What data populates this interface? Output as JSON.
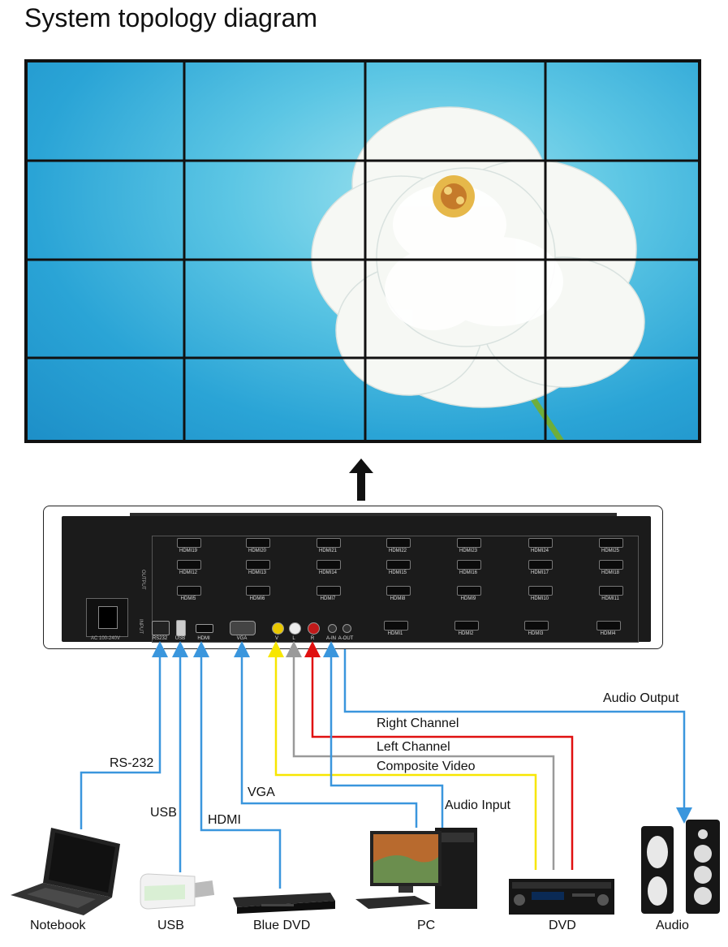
{
  "title": "System topology diagram",
  "device": {
    "output_label": "OUTPUT",
    "input_label": "INPUT",
    "power_label": "AC 100-240V",
    "hdmi_rows": [
      [
        "HDMI19",
        "HDMI20",
        "HDMI21",
        "HDMI22",
        "HDMI23",
        "HDMI24",
        "HDMI25"
      ],
      [
        "HDMI12",
        "HDMI13",
        "HDMI14",
        "HDMI15",
        "HDMI16",
        "HDMI17",
        "HDMI18"
      ],
      [
        "HDMI5",
        "HDMI6",
        "HDMI7",
        "HDMI8",
        "HDMI9",
        "HDMI10",
        "HDMI11"
      ],
      [
        "HDMI1",
        "HDMI2",
        "HDMI3",
        "HDMI4"
      ]
    ],
    "input_ports": [
      "RS232",
      "USB",
      "HDMI",
      "VGA",
      "V",
      "L",
      "R",
      "A-IN",
      "A-OUT"
    ]
  },
  "connections": {
    "rs232": "RS-232",
    "usb": "USB",
    "hdmi": "HDMI",
    "vga": "VGA",
    "audio_output": "Audio Output",
    "right_channel": "Right Channel",
    "left_channel": "Left Channel",
    "composite_video": "Composite Video",
    "audio_input": "Audio Input"
  },
  "devices": {
    "notebook": "Notebook",
    "usb": "USB",
    "blue_dvd": "Blue DVD",
    "pc": "PC",
    "dvd": "DVD",
    "audio": "Audio"
  },
  "colors": {
    "blue": "#3a96dd",
    "yellow": "#f7e600",
    "gray": "#9a9a9a",
    "red": "#e01010"
  }
}
